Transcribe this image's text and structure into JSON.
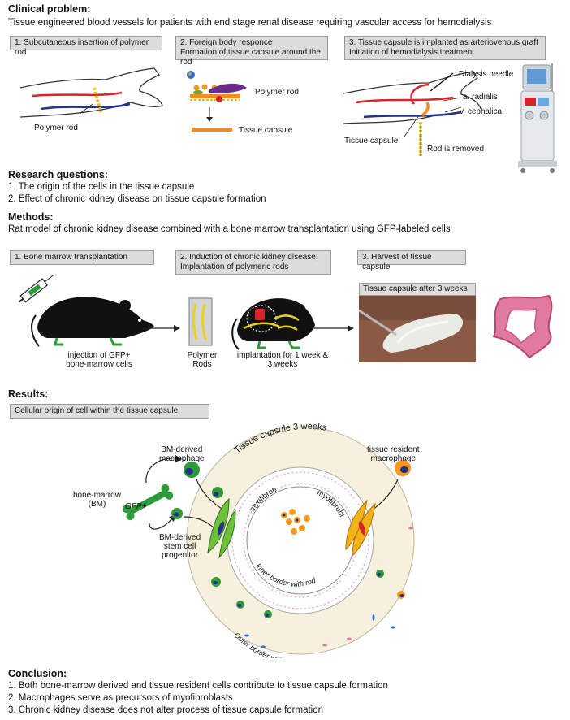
{
  "clinical": {
    "title": "Clinical problem:",
    "desc": "Tissue engineered blood vessels for patients with end stage renal disease requiring vascular access for hemodialysis",
    "steps": [
      {
        "label": "1. Subcutaneous insertion of polymer rod"
      },
      {
        "label1": "2. Foreign body responce",
        "label2": "Formation of tissue capsule around the rod"
      },
      {
        "label1": "3. Tissue capsule is implanted as arteriovenous graft",
        "label2": "Initiation of hemodialysis treatment"
      }
    ],
    "labels": {
      "polymer_rod_left": "Polymer rod",
      "polymer_rod_mid": "Polymer rod",
      "tissue_capsule_mid": "Tissue capsule",
      "dialysis_needle": "Dialysis needle",
      "a_radialis": "a. radialis",
      "v_cephalica": "v. cephalica",
      "tissue_capsule_right": "Tissue capsule",
      "rod_removed": "Rod is removed"
    }
  },
  "research": {
    "title": "Research questions:",
    "items": [
      "1. The origin of the cells in the tissue capsule",
      "2. Effect of chronic kidney disease on tissue capsule formation"
    ]
  },
  "methods": {
    "title": "Methods:",
    "desc": "Rat model of chronic kidney disease combined with a bone marrow transplantation using GFP-labeled cells",
    "steps": [
      {
        "label": "1. Bone marrow transplantation"
      },
      {
        "label1": "2. Induction of chronic kidney disease;",
        "label2": "Implantation of polymeric rods"
      },
      {
        "label": "3. Harvest of tissue capsule"
      }
    ],
    "labels": {
      "injection1": "injection of GFP+",
      "injection2": "bone-marrow cells",
      "rods1": "Polymer",
      "rods2": "Rods",
      "implant1": "implantation for 1 week &",
      "implant2": "3 weeks",
      "capsule_after": "Tissue capsule after 3 weeks"
    }
  },
  "results": {
    "title": "Results:",
    "box": "Cellular origin of cell within the tissue capsule",
    "labels": {
      "capsule_3w": "Tissue capsule 3 weeks",
      "bm_macro1": "BM-derived",
      "bm_macro2": "macrophage",
      "resident1": "tissue resident",
      "resident2": "macrophage",
      "bone1": "bone-marrow",
      "bone2": "(BM)",
      "gfp": "GFP+",
      "stem1": "BM-derived",
      "stem2": "stem cell",
      "stem3": "progenitor",
      "myo_left": "myofibroblast",
      "myo_right": "myofibroblast",
      "inner": "Inner border with rod",
      "outer": "Outer border with tissue"
    }
  },
  "conclusion": {
    "title": "Conclusion:",
    "items": [
      "1. Both bone-marrow derived and tissue resident cells contribute to tissue capsule formation",
      "2. Macrophages serve as precursors of myofibroblasts",
      "3. Chronic kidney disease does not alter process of tissue capsule formation"
    ]
  },
  "colors": {
    "gfp_green": "#2e9b3a",
    "macrophage_orange": "#f29a1f",
    "artery_red": "#d8232a",
    "vein_blue": "#22328c",
    "capsule_ring": "#f7f0dc"
  }
}
